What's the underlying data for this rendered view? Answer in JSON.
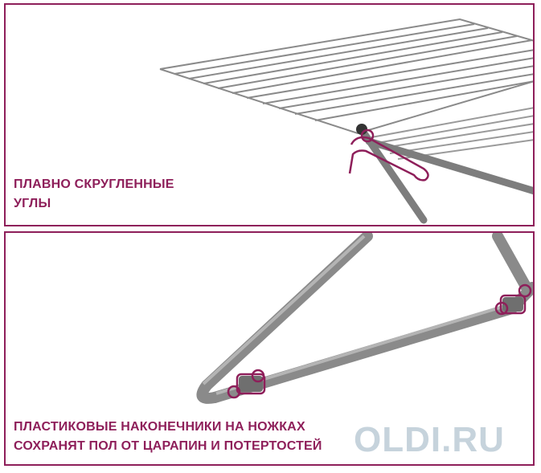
{
  "captions": {
    "top": [
      "ПЛАВНО СКРУГЛЕННЫЕ",
      "УГЛЫ"
    ],
    "bottom": [
      "ПЛАСТИКОВЫЕ НАКОНЕЧНИКИ НА НОЖКАХ",
      "СОХРАНЯТ ПОЛ ОТ ЦАРАПИН И ПОТЕРТОСТЕЙ"
    ]
  },
  "watermark": "OLDI.RU",
  "colors": {
    "accent": "#8e1f5a",
    "frame": "#8c8c8c",
    "watermark": "#c6d3dc"
  }
}
